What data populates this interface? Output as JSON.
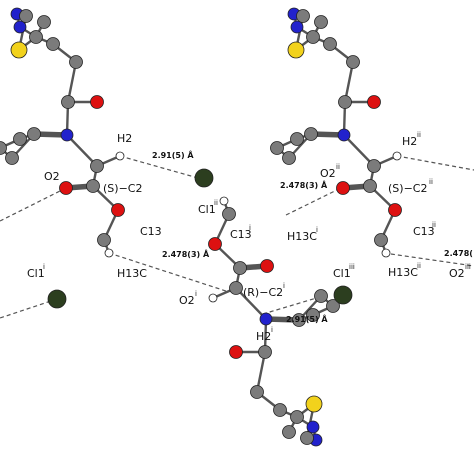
{
  "colors": {
    "carbon": "#7b7b7b",
    "hydrogen": "#ffffff",
    "nitrogen": "#2222cc",
    "oxygen": "#dd1111",
    "sulfur": "#f2d21c",
    "chlorine": "#2c3e1f",
    "bond": "#555555"
  },
  "labels": {
    "h2": "H2",
    "h2_i": "H2",
    "h2_ii": "H2",
    "o2": "O2",
    "o2_i": "O2",
    "o2_ii": "O2",
    "o2_iii": "O2",
    "s_c2": "(S)−C2",
    "s_c2_ii": "(S)−C2",
    "r_c2_i": "(R)−C2",
    "c13": "C13",
    "c13_i": "C13",
    "c13_ii": "C13",
    "h13c": "H13C",
    "h13c_i": "H13C",
    "h13c_ii": "H13C",
    "cl1_ii": "Cl1",
    "cl1_i": "Cl1",
    "cl1_iii": "Cl1"
  },
  "superscripts": {
    "i": "i",
    "ii": "ii",
    "iii": "iii"
  },
  "distances": {
    "h2_cl": "2.91(5) Å",
    "o2_h13c": "2.478(3) Å",
    "o2_h13c_ii": "2.478(3) Å",
    "h2_cl_i": "2.91(5) Å",
    "right_edge": "2.478("
  }
}
